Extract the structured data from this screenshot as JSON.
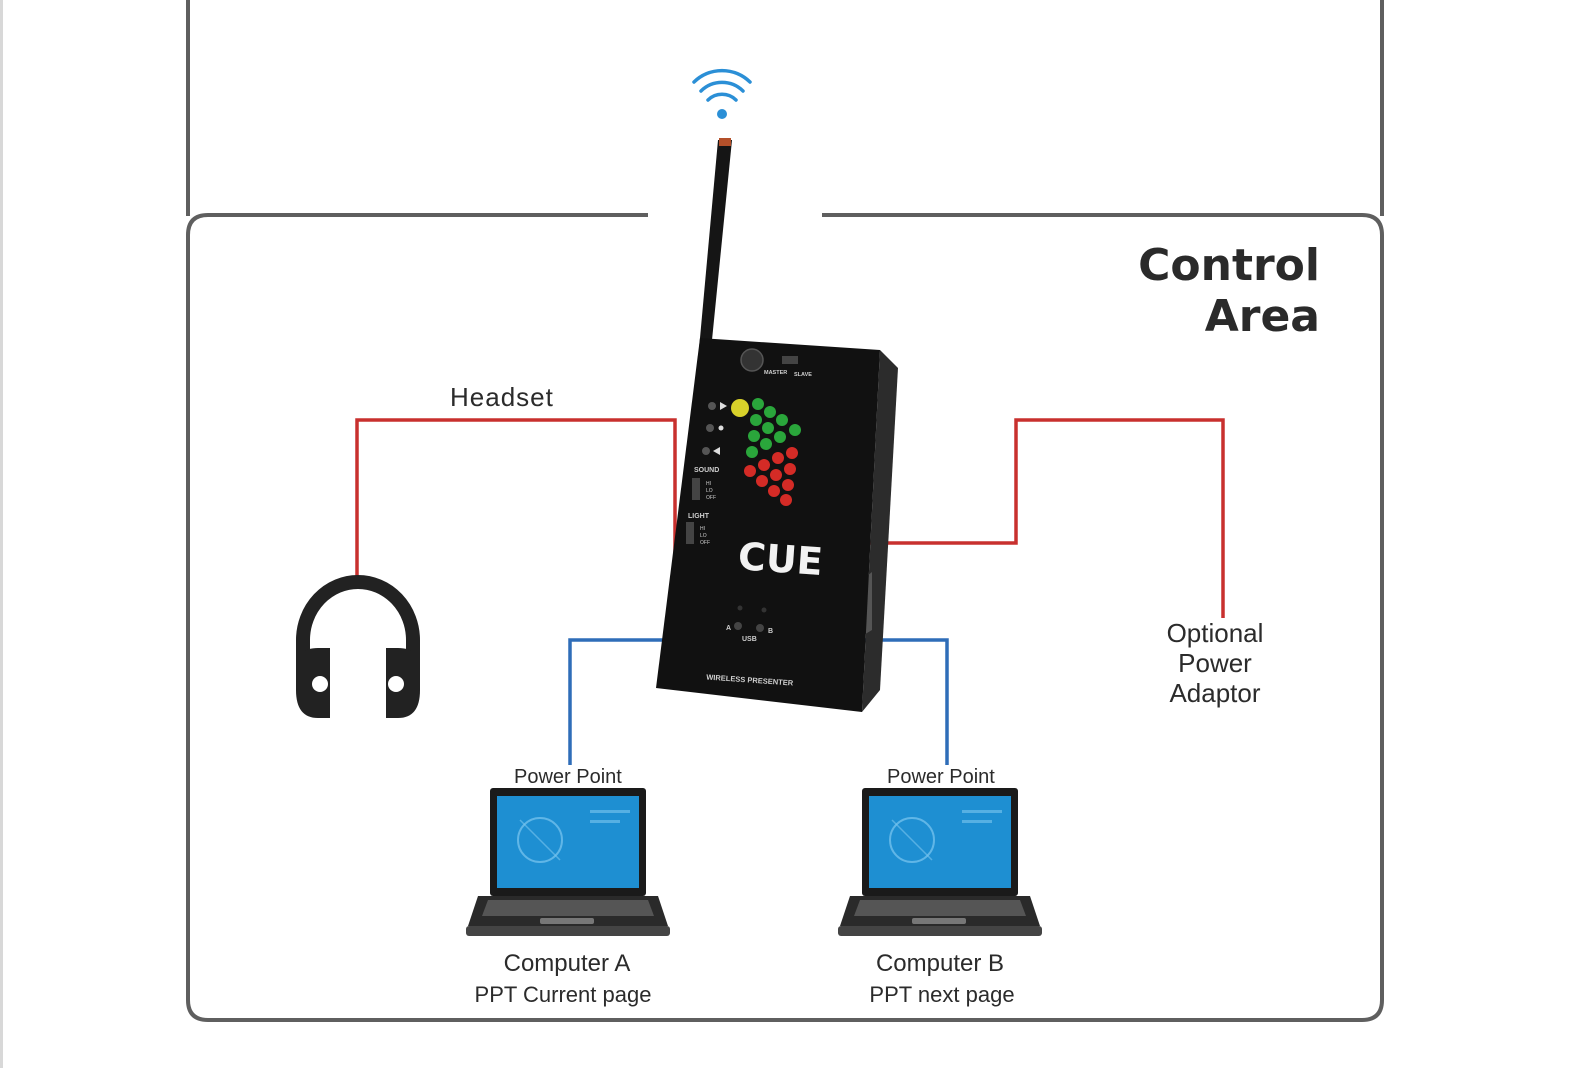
{
  "colors": {
    "frame": "#5f5f5f",
    "audio_wire": "#c8302e",
    "usb_wire": "#2f6db8",
    "wifi": "#2b8fd6",
    "device_body": "#111111",
    "led_green": "#2aa63b",
    "led_red": "#d42b26",
    "led_yellow": "#d8d12a"
  },
  "diagram": {
    "title": "Control Area",
    "headset_label": "Headset",
    "optional_power": {
      "line1": "Optional",
      "line2": "Power",
      "line3": "Adaptor"
    },
    "device": {
      "brand": "CUE",
      "footer": "WIRELESS PRESENTER",
      "switch_labels": [
        "MASTER",
        "SLAVE"
      ],
      "sound_label": "SOUND",
      "light_label": "LIGHT",
      "level_options": [
        "HI",
        "LO",
        "OFF"
      ],
      "usb_label": "USB",
      "usb_a": "A",
      "usb_b": "B"
    },
    "computers": [
      {
        "app": "Power Point",
        "name": "Computer A",
        "page": "PPT Current page"
      },
      {
        "app": "Power Point",
        "name": "Computer B",
        "page": "PPT next page"
      }
    ],
    "icons": [
      "wifi-signal-icon",
      "antenna-icon",
      "headphones-icon",
      "laptop-icon"
    ]
  }
}
